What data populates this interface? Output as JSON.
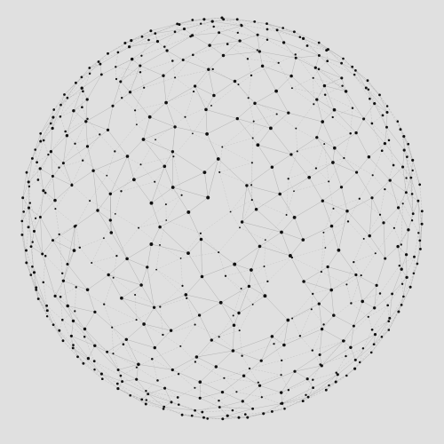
{
  "graphic": {
    "kind": "wireframe point network sphere",
    "background_color": "#e0e0e0",
    "node_color": "#111111",
    "edge_color": "#9a9a9a",
    "node_count": 560,
    "neighbors_per_node": 4
  }
}
